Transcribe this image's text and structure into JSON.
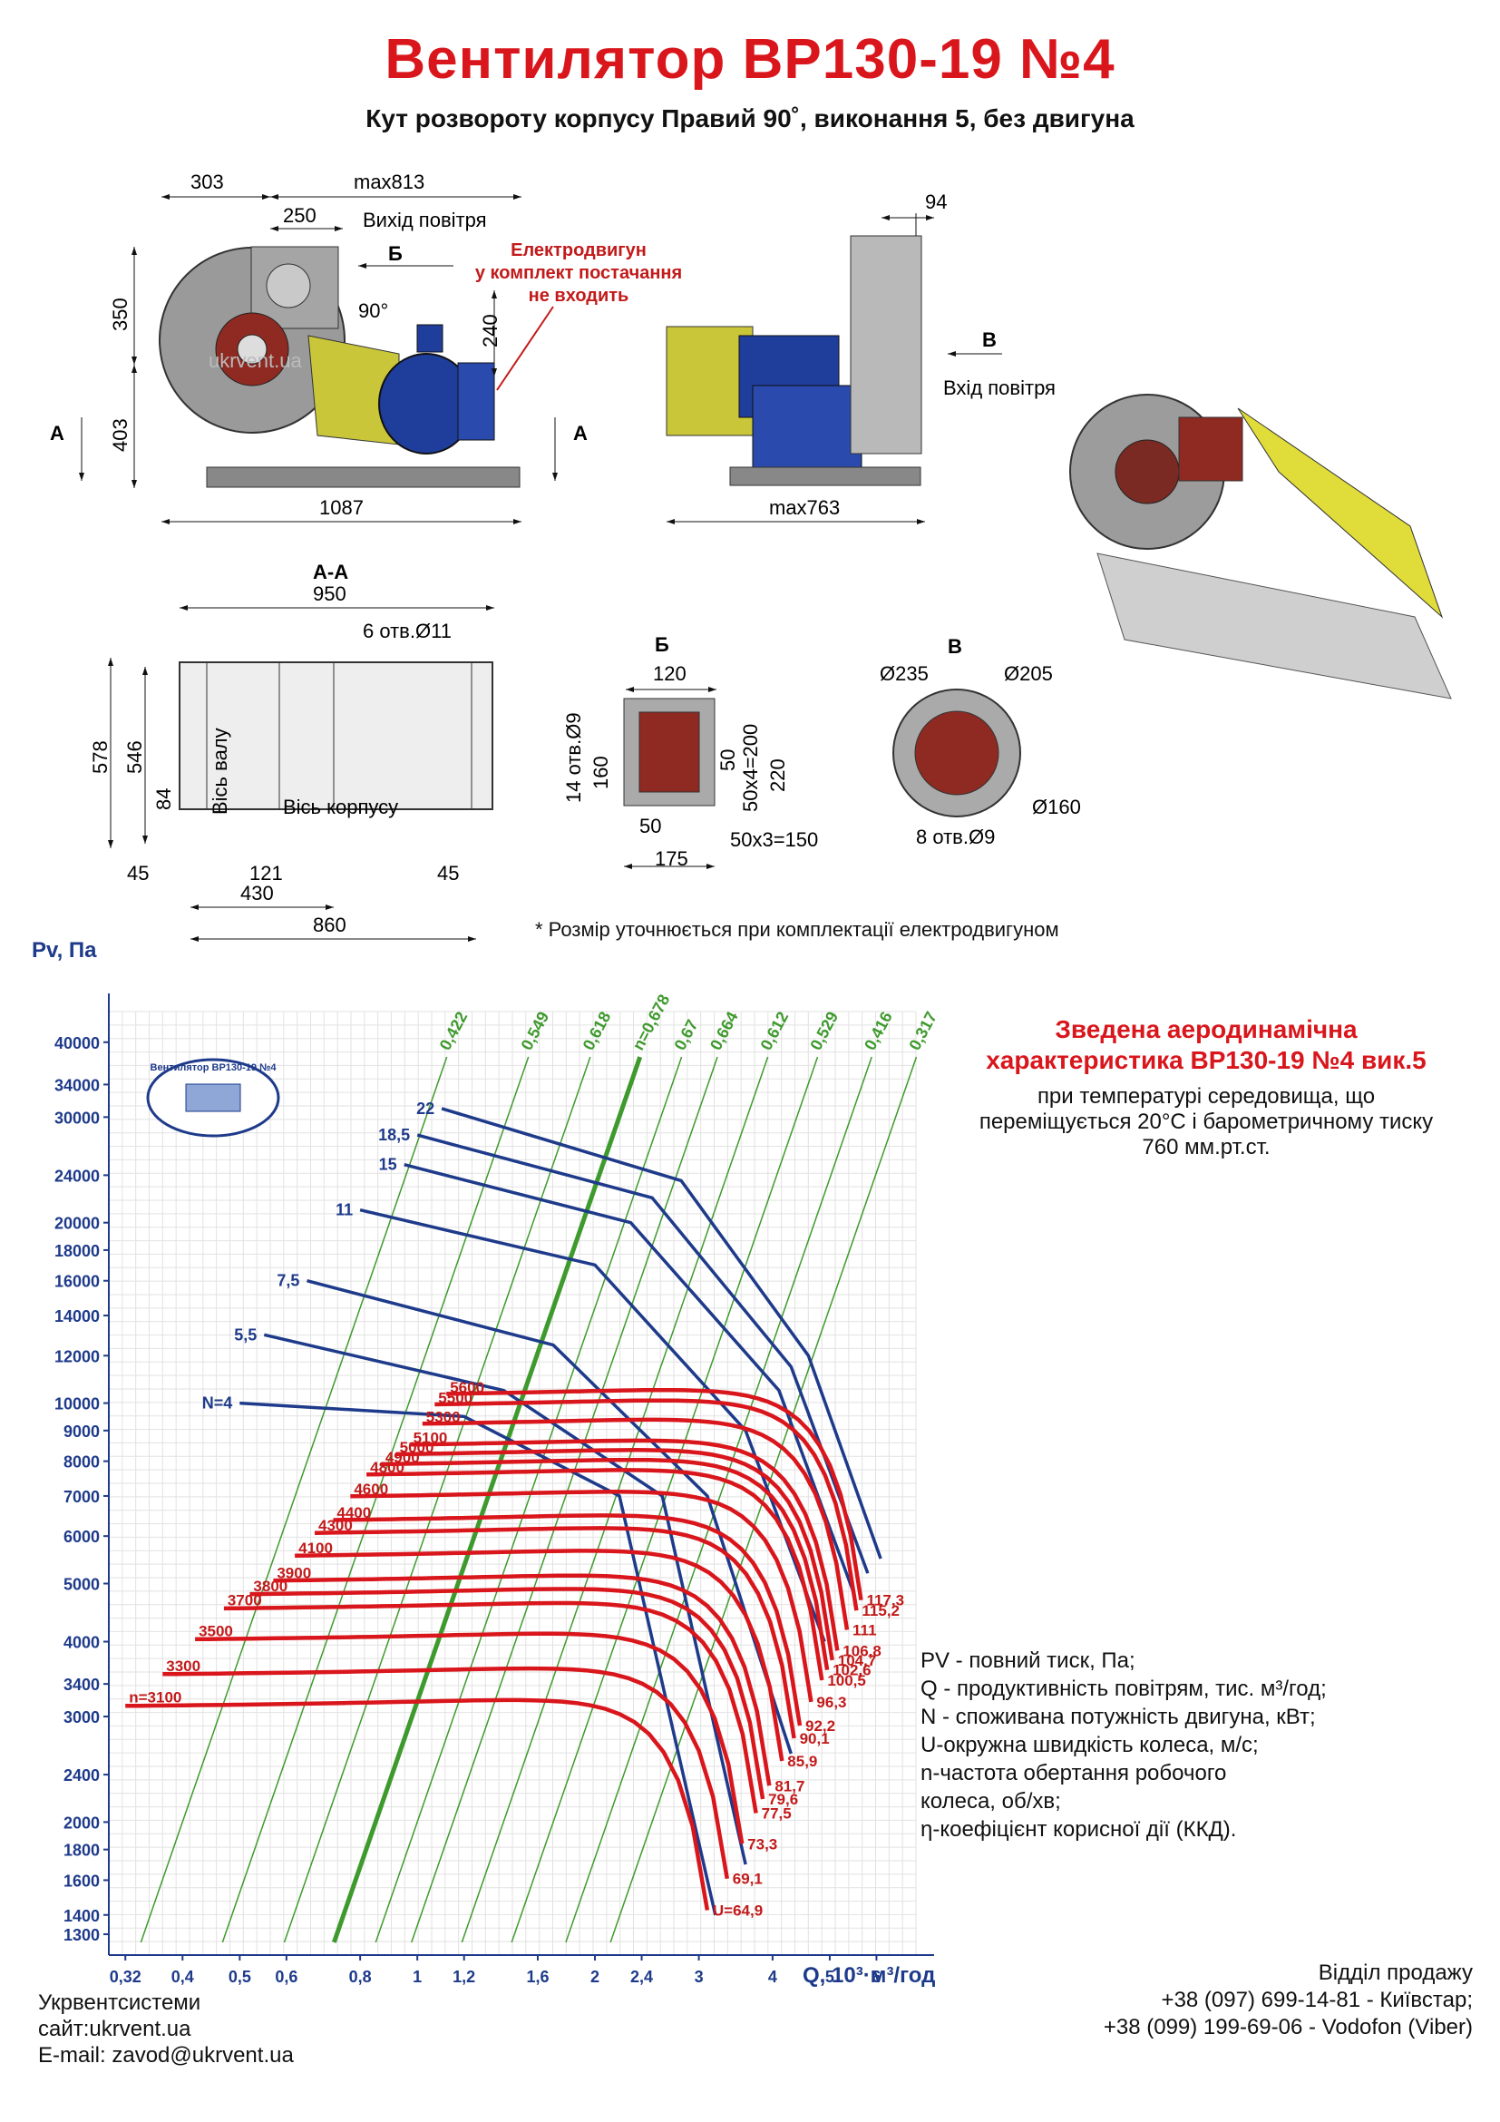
{
  "header": {
    "title": "Вентилятор ВР130-19 №4",
    "subtitle": "Кут розвороту корпусу Правий 90˚, виконання 5, без двигуна"
  },
  "drawing": {
    "front": {
      "d303": "303",
      "dmax813": "max813",
      "d250": "250",
      "outlet_label": "Вихід повітря",
      "view_b": "Б",
      "d350": "350",
      "d403": "403",
      "d90": "90°",
      "d240": "240",
      "d1087": "1087",
      "section_a_left": "A",
      "section_a_right": "A"
    },
    "motor_note": [
      "Електродвигун",
      "у комплект постачання",
      "не входить"
    ],
    "side": {
      "d94": "94",
      "view_v": "В",
      "inlet_label": "Вхід повітря",
      "dmax763": "max763"
    },
    "section": {
      "title": "А-А",
      "d950": "950",
      "holes": "6 отв.Ø11",
      "d578": "578",
      "d546": "546",
      "d84": "84",
      "shaft_axis": "Вісь валу",
      "body_axis": "Вісь   корпусу",
      "d45l": "45",
      "d121": "121",
      "d45r": "45",
      "d430": "430",
      "d860": "860"
    },
    "view_b_detail": {
      "title": "Б",
      "d120": "120",
      "holes": "14 отв.Ø9",
      "d160": "160",
      "d50": "50",
      "d50x4": "50х4=200",
      "d220": "220",
      "d50b": "50",
      "d50x3": "50х3=150",
      "d175": "175"
    },
    "view_v_detail": {
      "title": "В",
      "d235": "Ø235",
      "d205": "Ø205",
      "d160": "Ø160",
      "holes": "8 отв.Ø9"
    },
    "note": "* Розмір уточнюється при комплектації електродвигуном",
    "watermark": "ukrvent.ua"
  },
  "chart_data": {
    "type": "line",
    "title": "Зведена аеродинамічна характеристика ВР130-19 №4 вик.5",
    "title_lines": [
      "Зведена аеродинамічна",
      "характеристика ВР130-19 №4 вик.5"
    ],
    "conditions": [
      "при температурі середовища, що",
      "переміщується 20°С і барометричному тиску",
      "760 мм.рт.ст."
    ],
    "ylabel": "Pv, Па",
    "xlabel": "Q, 10³·м³/год",
    "x_scale": "log",
    "y_scale": "log",
    "xlim": [
      0.3,
      7
    ],
    "ylim": [
      1200,
      45000
    ],
    "x_ticks": [
      "0,32",
      "0,4",
      "0,5",
      "0,6",
      "0,8",
      "1",
      "1,2",
      "1,6",
      "2",
      "2,4",
      "3",
      "4",
      "5",
      "6"
    ],
    "x_tick_values": [
      0.32,
      0.4,
      0.5,
      0.6,
      0.8,
      1,
      1.2,
      1.6,
      2,
      2.4,
      3,
      4,
      5,
      6
    ],
    "y_ticks": [
      40000,
      34000,
      30000,
      24000,
      20000,
      18000,
      16000,
      14000,
      12000,
      10000,
      9000,
      8000,
      7000,
      6000,
      5000,
      4000,
      3400,
      3000,
      2400,
      2000,
      1800,
      1600,
      1400,
      1300
    ],
    "grid": true,
    "speed_series": [
      {
        "name": "n=3100",
        "u": "U=64,9",
        "p0": 3100,
        "qmax": 3.1
      },
      {
        "name": "3300",
        "u": "69,1",
        "p0": 3500,
        "qmax": 3.35
      },
      {
        "name": "3500",
        "u": "73,3",
        "p0": 4000,
        "qmax": 3.55
      },
      {
        "name": "3700",
        "u": "77,5",
        "p0": 4500,
        "qmax": 3.75
      },
      {
        "name": "3800",
        "u": "79,6",
        "p0": 4750,
        "qmax": 3.85
      },
      {
        "name": "3900",
        "u": "81,7",
        "p0": 5000,
        "qmax": 3.95
      },
      {
        "name": "4100",
        "u": "85,9",
        "p0": 5500,
        "qmax": 4.15
      },
      {
        "name": "4300",
        "u": "90,1",
        "p0": 6000,
        "qmax": 4.35
      },
      {
        "name": "4400",
        "u": "92,2",
        "p0": 6300,
        "qmax": 4.45
      },
      {
        "name": "4600",
        "u": "96,3",
        "p0": 6900,
        "qmax": 4.65
      },
      {
        "name": "4800",
        "u": "100,5",
        "p0": 7500,
        "qmax": 4.85
      },
      {
        "name": "4900",
        "u": "102,6",
        "p0": 7800,
        "qmax": 4.95
      },
      {
        "name": "5000",
        "u": "104,7",
        "p0": 8100,
        "qmax": 5.05
      },
      {
        "name": "5100",
        "u": "106,8",
        "p0": 8400,
        "qmax": 5.15
      },
      {
        "name": "5300",
        "u": "111",
        "p0": 9100,
        "qmax": 5.35
      },
      {
        "name": "5500",
        "u": "115,2",
        "p0": 9800,
        "qmax": 5.55
      },
      {
        "name": "5600",
        "u": "117,3",
        "p0": 10200,
        "qmax": 5.65
      }
    ],
    "power_series": [
      {
        "name": "N=4",
        "points": [
          [
            0.5,
            10000
          ],
          [
            1.2,
            9500
          ],
          [
            2.2,
            7000
          ],
          [
            3.2,
            1400
          ]
        ]
      },
      {
        "name": "5,5",
        "points": [
          [
            0.55,
            13000
          ],
          [
            1.4,
            10500
          ],
          [
            2.6,
            7000
          ],
          [
            3.6,
            1700
          ]
        ]
      },
      {
        "name": "7,5",
        "points": [
          [
            0.65,
            16000
          ],
          [
            1.7,
            12500
          ],
          [
            3.1,
            7000
          ],
          [
            4.3,
            2600
          ]
        ]
      },
      {
        "name": "11",
        "points": [
          [
            0.8,
            21000
          ],
          [
            2.0,
            17000
          ],
          [
            3.6,
            9000
          ],
          [
            4.9,
            4000
          ]
        ]
      },
      {
        "name": "15",
        "points": [
          [
            0.95,
            25000
          ],
          [
            2.3,
            20000
          ],
          [
            4.1,
            10500
          ],
          [
            5.5,
            4800
          ]
        ]
      },
      {
        "name": "18,5",
        "points": [
          [
            1.0,
            28000
          ],
          [
            2.5,
            22000
          ],
          [
            4.3,
            11500
          ],
          [
            5.8,
            5200
          ]
        ]
      },
      {
        "name": "22",
        "points": [
          [
            1.1,
            31000
          ],
          [
            2.8,
            23500
          ],
          [
            4.6,
            12000
          ],
          [
            6.1,
            5500
          ]
        ]
      }
    ],
    "efficiency_lines": [
      "0,422",
      "0,549",
      "0,618",
      "n=0,678",
      "0,67",
      "0,664",
      "0,612",
      "0,529",
      "0,416",
      "0,317"
    ],
    "legend_lines": [
      "PV - повний тиск, Па;",
      "Q - продуктивність повітрям, тис. м³/год;",
      "N - споживана потужність двигуна, кВт;",
      "U-окружна швидкість колеса, м/с;",
      "n-частота обертання робочого",
      "колеса, об/хв;",
      "η-коефіцієнт корисної дії (ККД)."
    ],
    "logo_text": "Вентилятор ВР130-19 №4"
  },
  "footer": {
    "company": "Укрвентсистеми",
    "site": "сайт:ukrvent.ua",
    "email": "E-mail: zavod@ukrvent.ua",
    "sales": "Відділ продажу",
    "phone1": "+38 (097) 699-14-81 - Київстар;",
    "phone2": "+38 (099) 199-69-06 - Vodofon (Viber)"
  },
  "colors": {
    "red": "#d9161c",
    "blue": "#1e3a8a",
    "green": "#3f9a2e",
    "grid": "#d8d8d8"
  }
}
